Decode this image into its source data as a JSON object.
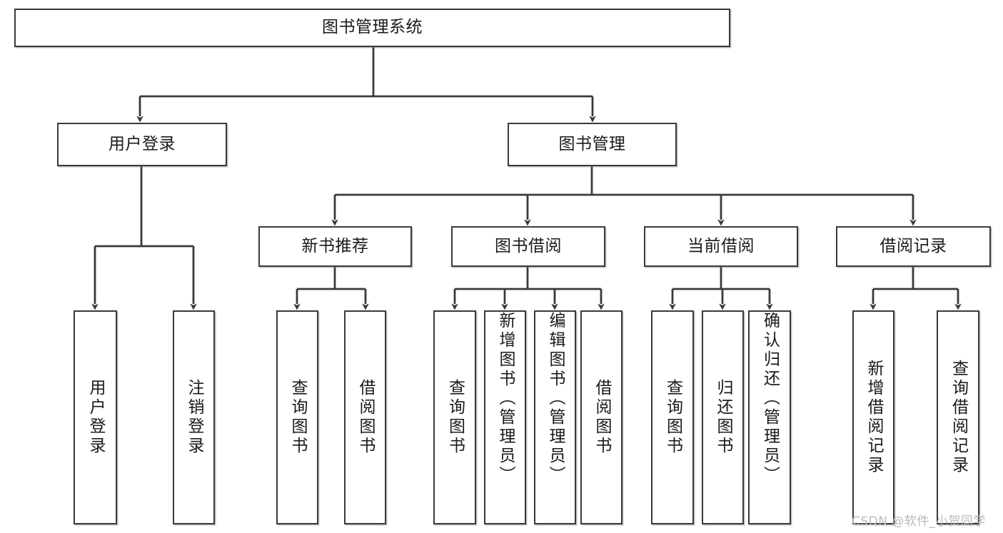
{
  "diagram": {
    "title": "图书管理系统",
    "type": "tree",
    "watermark": "CSDN @软件_小贺同学",
    "colors": {
      "box_border": "#3a3a3a",
      "box_fill": "#ffffff",
      "edge": "#3a3a3a",
      "text": "#1a1a1a",
      "watermark": "#b9b9b9"
    },
    "levels": {
      "level1": [
        {
          "id": "root",
          "label": "图书管理系统",
          "orientation": "horizontal"
        }
      ],
      "level2": [
        {
          "id": "user-login",
          "label": "用户登录",
          "orientation": "horizontal"
        },
        {
          "id": "book-manage",
          "label": "图书管理",
          "orientation": "horizontal"
        }
      ],
      "level3": [
        {
          "id": "new-book-recommend",
          "label": "新书推荐",
          "orientation": "horizontal"
        },
        {
          "id": "book-borrow",
          "label": "图书借阅",
          "orientation": "horizontal"
        },
        {
          "id": "current-borrow",
          "label": "当前借阅",
          "orientation": "horizontal"
        },
        {
          "id": "borrow-record",
          "label": "借阅记录",
          "orientation": "horizontal"
        }
      ],
      "level4": [
        {
          "id": "leaf-user-login",
          "label": "用户登录",
          "orientation": "vertical",
          "parent": "user-login"
        },
        {
          "id": "leaf-logout-login",
          "label": "注销登录",
          "orientation": "vertical",
          "parent": "user-login"
        },
        {
          "id": "leaf-query-book-1",
          "label": "查询图书",
          "orientation": "vertical",
          "parent": "new-book-recommend"
        },
        {
          "id": "leaf-borrow-book-1",
          "label": "借阅图书",
          "orientation": "vertical",
          "parent": "new-book-recommend"
        },
        {
          "id": "leaf-query-book-2",
          "label": "查询图书",
          "orientation": "vertical",
          "parent": "book-borrow"
        },
        {
          "id": "leaf-add-book",
          "label": "新增图书（管理员）",
          "orientation": "vertical",
          "parent": "book-borrow"
        },
        {
          "id": "leaf-edit-book",
          "label": "编辑图书（管理员）",
          "orientation": "vertical",
          "parent": "book-borrow"
        },
        {
          "id": "leaf-borrow-book-2",
          "label": "借阅图书",
          "orientation": "vertical",
          "parent": "book-borrow"
        },
        {
          "id": "leaf-query-book-3",
          "label": "查询图书",
          "orientation": "vertical",
          "parent": "current-borrow"
        },
        {
          "id": "leaf-return-book",
          "label": "归还图书",
          "orientation": "vertical",
          "parent": "current-borrow"
        },
        {
          "id": "leaf-confirm-return",
          "label": "确认归还（管理员）",
          "orientation": "vertical",
          "parent": "current-borrow"
        },
        {
          "id": "leaf-add-record",
          "label": "新增借阅记录",
          "orientation": "vertical",
          "parent": "borrow-record"
        },
        {
          "id": "leaf-query-record",
          "label": "查询借阅记录",
          "orientation": "vertical",
          "parent": "borrow-record"
        }
      ]
    }
  }
}
